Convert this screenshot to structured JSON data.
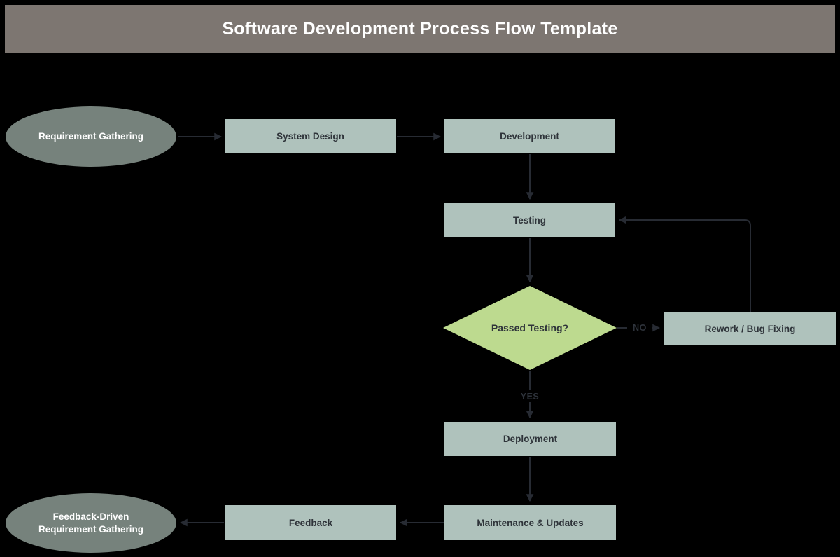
{
  "title": "Software Development Process Flow Template",
  "colors": {
    "background": "#000000",
    "title_bar": "#7d7671",
    "title_text": "#ffffff",
    "terminator_fill": "#76827c",
    "terminator_text": "#ffffff",
    "process_fill": "#afc2bc",
    "process_text": "#2f343a",
    "decision_fill": "#bdda8f",
    "decision_text": "#2f343a",
    "connector": "#272b33",
    "connector_label": "#2e333b"
  },
  "nodes": {
    "requirement_gathering": {
      "type": "terminator",
      "label": "Requirement Gathering"
    },
    "system_design": {
      "type": "process",
      "label": "System Design"
    },
    "development": {
      "type": "process",
      "label": "Development"
    },
    "testing": {
      "type": "process",
      "label": "Testing"
    },
    "passed_testing": {
      "type": "decision",
      "label": "Passed Testing?"
    },
    "rework": {
      "type": "process",
      "label": "Rework / Bug Fixing"
    },
    "deployment": {
      "type": "process",
      "label": "Deployment"
    },
    "maintenance": {
      "type": "process",
      "label": "Maintenance & Updates"
    },
    "feedback": {
      "type": "process",
      "label": "Feedback"
    },
    "feedback_driven": {
      "type": "terminator",
      "label": "Feedback-Driven Requirement Gathering"
    }
  },
  "edge_labels": {
    "no": "NO",
    "yes": "YES"
  }
}
